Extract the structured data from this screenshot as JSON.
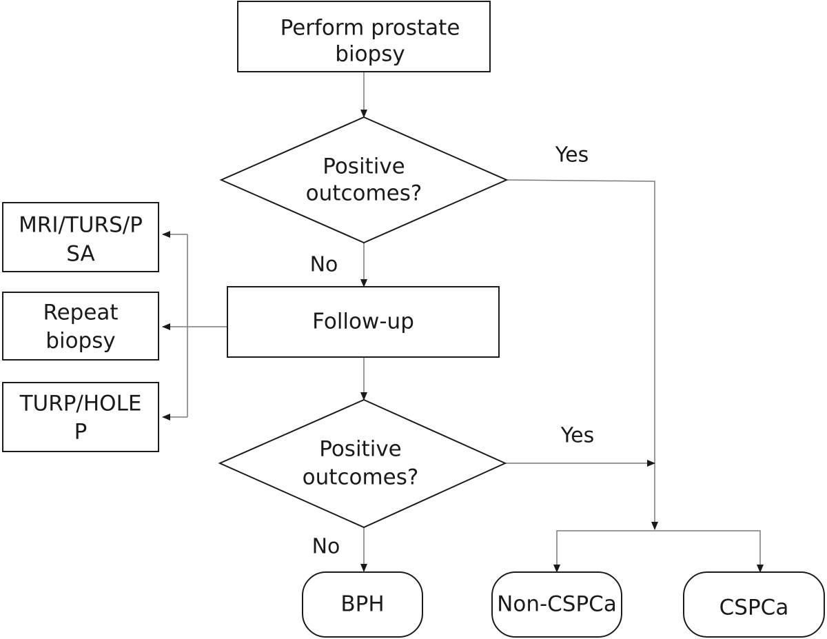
{
  "nodes": {
    "biopsy": {
      "line1": "Perform prostate",
      "line2": "biopsy"
    },
    "decision_1": {
      "line1": "Positive",
      "line2": "outcomes?"
    },
    "follow_up": {
      "label": "Follow-up"
    },
    "mri": {
      "line1": "MRI/TURS/P",
      "line2": "SA"
    },
    "repeat": {
      "line1": "Repeat",
      "line2": "biopsy"
    },
    "turp": {
      "line1": "TURP/HOLE",
      "line2": "P"
    },
    "decision_2": {
      "line1": "Positive",
      "line2": "outcomes?"
    },
    "bph": {
      "label": "BPH"
    },
    "non_cspca": {
      "label": "Non-CSPCa"
    },
    "cspca": {
      "label": "CSPCa"
    }
  },
  "edge_labels": {
    "yes_1": "Yes",
    "no_1": "No",
    "yes_2": "Yes",
    "no_2": "No"
  },
  "colors": {
    "shape_stroke": "#1a1a1a",
    "connector": "#7a7a7a",
    "text": "#1a1a1a",
    "background": "#ffffff"
  }
}
